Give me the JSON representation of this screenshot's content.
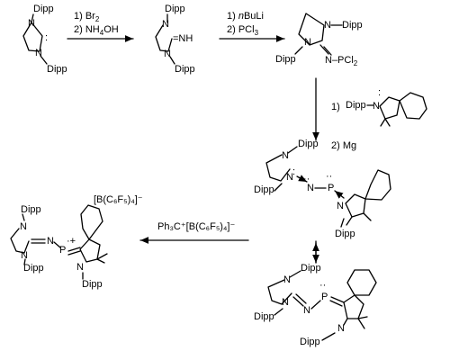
{
  "labels": {
    "dipp": "Dipp",
    "n": "N",
    "p": "P",
    "nh": "=NH",
    "npcl": "N–PCl",
    "sub2": "2"
  },
  "conditions": {
    "step1_line1": "1) Br",
    "step1_sub": "2",
    "step1_line2": "2) NH",
    "step1_sub2": "4",
    "step1_tail": "OH",
    "step2_line1_pre": "1) ",
    "step2_line1_italic": "n",
    "step2_line1_post": "BuLi",
    "step2_line2": "2) PCl",
    "step2_sub": "3",
    "step3_line1": "1)",
    "step3_line2": "2) Mg",
    "step4_reagent": "Ph₃C⁺[B(C₆F₅)₄]⁻"
  },
  "product": {
    "counterion": "[B(C₆F₅)₄]⁻"
  }
}
